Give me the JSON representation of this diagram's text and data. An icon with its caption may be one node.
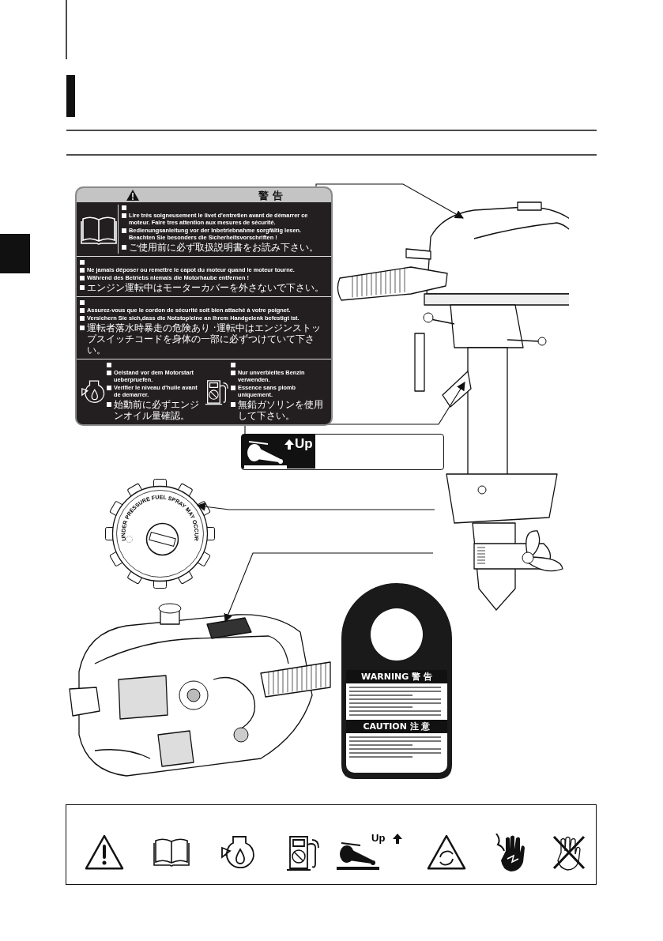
{
  "diagram": {
    "nodes": [
      {
        "text": [
          "警 告",
          "Lire très soigneusement le livet d'entretien avant de démarrer ce moteur. Faire tres attention aux mesures de sécurité.",
          "Bedienungsanleitung vor der Inbetriebnahme sorgfältig lesen. Beachten Sie besonders die Sicherheitsvorschriften !",
          "ご使用前に必ず取扱説明書をお読み下さい。",
          "Ne jamais déposer ou remettre le capot du moteur quand le moteur tourne.",
          "Während des Betriebs niemals die Motorhaube entfernen !",
          "エンジン運転中はモーターカバーを外さないで下さい。",
          "Assurez-vous que le cordon de sécurité soit bien attaché à votre poignet.",
          "Versichern Sie sich,dass die Notstopleine an Ihrem Handgelenk befestigt ist.",
          "運転者落水時暴走の危険あり ·運転中はエンジンストップスイッチコードを身体の一部に必ずつけていて下さい。",
          "Oelstand vor dem Motorstart ueberpruefen.",
          "Verifier le niveau d'huile avant de demarrer.",
          "始動前に必ずエンジンオイル量確認。",
          "Nur unverbleites Benzin verwenden.",
          "Essence sans plomb uniquement.",
          "無鉛ガソリンを使用して下さい。"
        ]
      },
      {
        "text": [
          "Up"
        ]
      },
      {
        "text": [
          "UNDER PRESSURE FUEL SPRAY MAY OCCUR"
        ]
      },
      {
        "text": [],
        "shape": "picture"
      },
      {
        "text": [],
        "shape": "picture"
      },
      {
        "text": [
          "WARNING 警 告",
          "CAUTION 注 意"
        ]
      }
    ],
    "edges": [
      {
        "from": 0,
        "to": 3,
        "arrow": "to"
      },
      {
        "from": 1,
        "to": 3,
        "arrow": "to"
      },
      {
        "from": 3,
        "to": 2,
        "arrow": "to"
      },
      {
        "from": 3,
        "to": 4,
        "arrow": "to"
      }
    ],
    "labels": [
      "Up"
    ]
  }
}
